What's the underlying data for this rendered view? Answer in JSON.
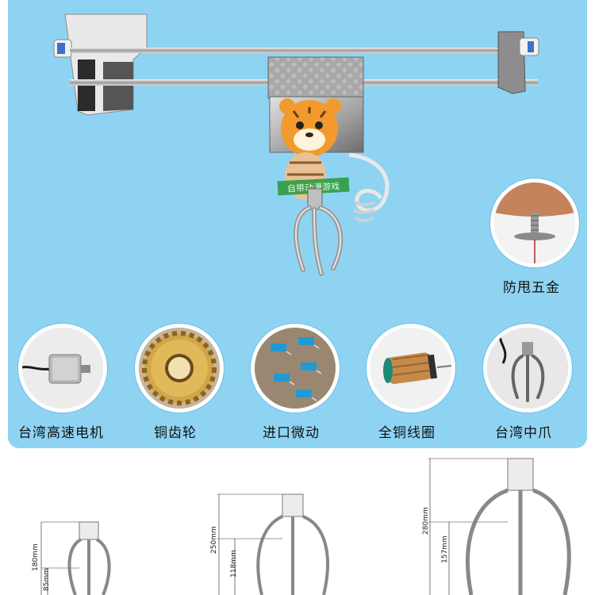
{
  "watermark": "自带动漫游戏",
  "features": [
    {
      "icon": "anti-swing-hardware-icon",
      "label": "防甩五金"
    },
    {
      "icon": "taiwan-motor-icon",
      "label": "台湾高速电机"
    },
    {
      "icon": "copper-gear-icon",
      "label": "铜齿轮"
    },
    {
      "icon": "micro-switch-icon",
      "label": "进口微动"
    },
    {
      "icon": "copper-coil-icon",
      "label": "全铜线圈"
    },
    {
      "icon": "claw-icon",
      "label": "台湾中爪"
    }
  ],
  "dimensions": {
    "small": {
      "total": "180mm",
      "inner": "85mm"
    },
    "medium": {
      "total": "250mm",
      "inner": "118mm"
    },
    "large": {
      "total": "280mm",
      "inner": "157mm"
    }
  },
  "colors": {
    "panel": "#8fd3f2",
    "metal": "#c9c9c9",
    "copper": "#c58a4a"
  }
}
